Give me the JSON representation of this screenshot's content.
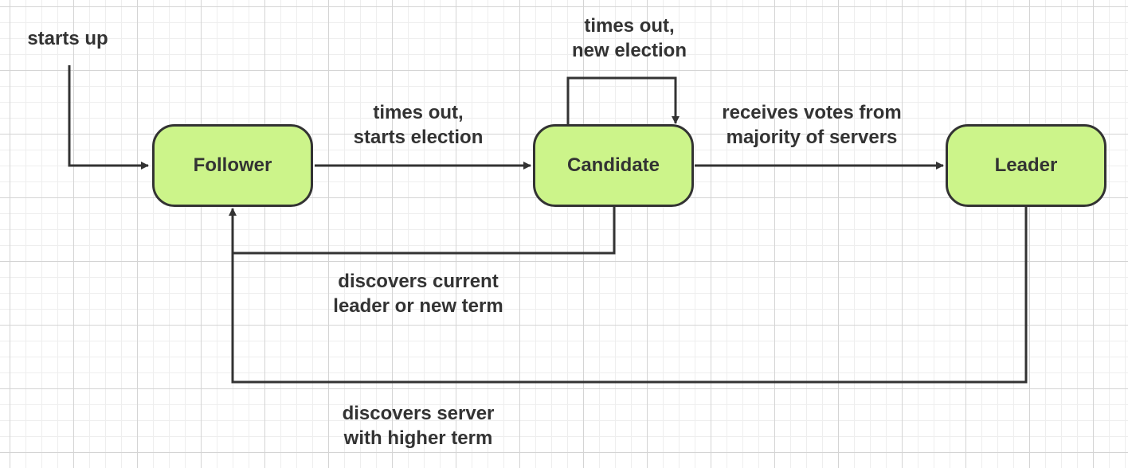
{
  "nodes": {
    "follower": "Follower",
    "candidate": "Candidate",
    "leader": "Leader"
  },
  "labels": {
    "starts_up": "starts up",
    "times_out_new_election": [
      "times out,",
      "new election"
    ],
    "times_out_starts_election": [
      "times out,",
      "starts election"
    ],
    "receives_votes": [
      "receives votes from",
      "majority of servers"
    ],
    "discovers_current_leader": [
      "discovers current",
      "leader or new term"
    ],
    "discovers_server_higher_term": [
      "discovers server",
      "with higher term"
    ]
  },
  "colors": {
    "node_fill": "#ccf48a",
    "stroke": "#333333"
  }
}
